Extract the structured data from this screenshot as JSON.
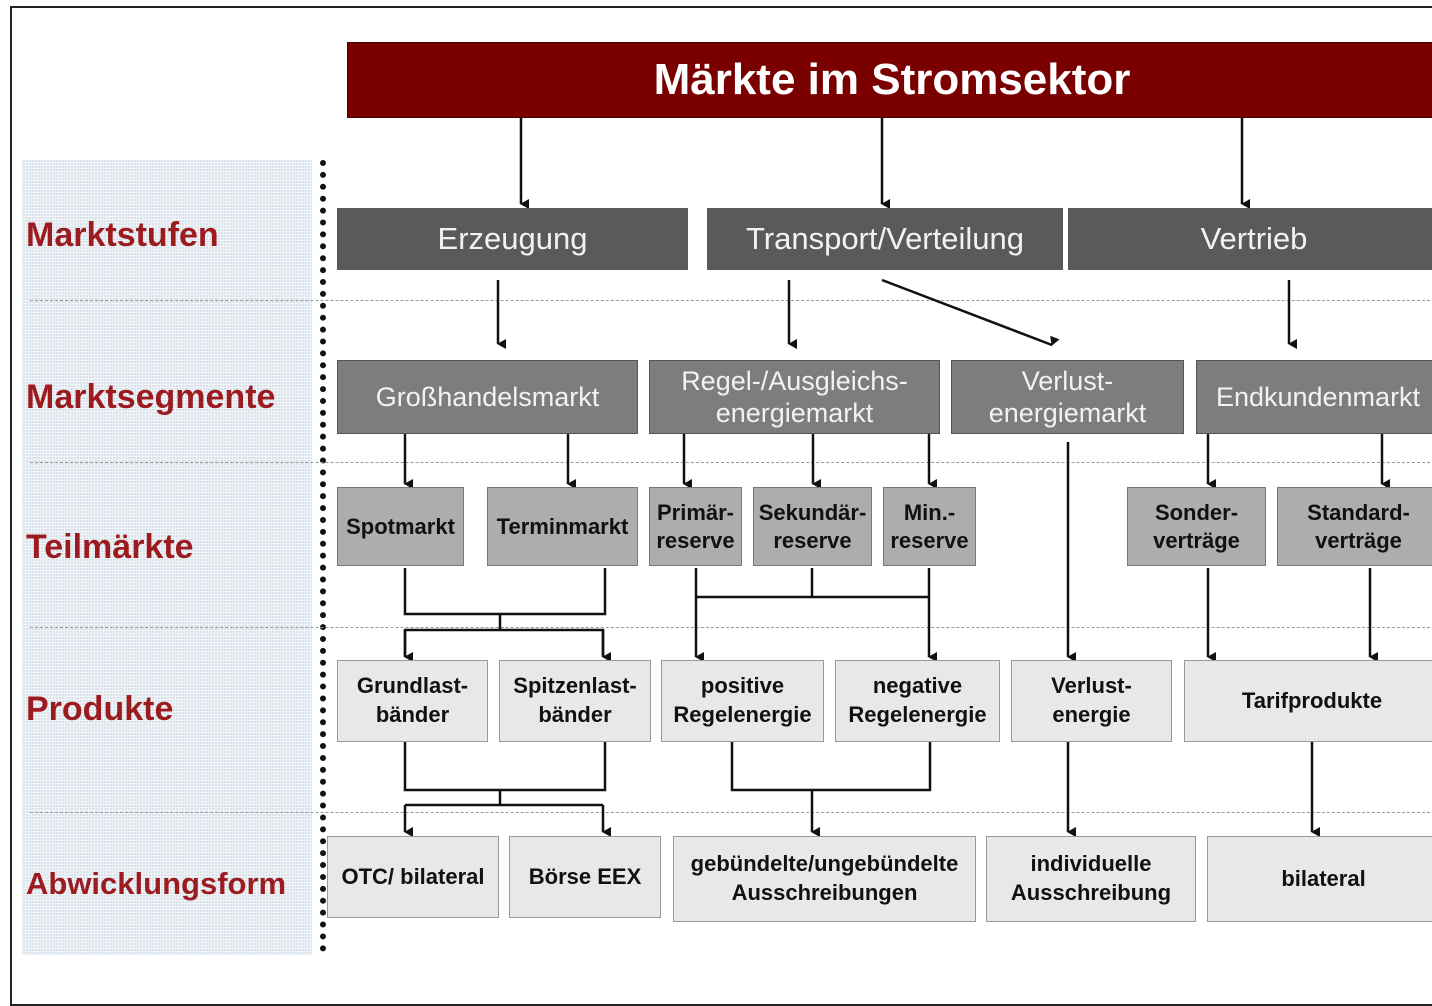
{
  "title": "Märkte im Stromsektor",
  "levels": {
    "marktstufen": "Marktstufen",
    "marktsegmente": "Marktsegmente",
    "teilmaerkte": "Teilmärkte",
    "produkte": "Produkte",
    "abwicklungsform": "Abwicklungsform"
  },
  "marktstufen": {
    "erzeugung": "Erzeugung",
    "transport": "Transport/Verteilung",
    "vertrieb": "Vertrieb"
  },
  "marktsegmente": {
    "grosshandel": "Großhandelsmarkt",
    "regel": "Regel-/Ausgleichs-\nenergiemarkt",
    "verlust": "Verlust-\nenergiemarkt",
    "endkunden": "Endkundenmarkt"
  },
  "teilmaerkte": {
    "spot": "Spotmarkt",
    "termin": "Terminmarkt",
    "primaer": "Primär-\nreserve",
    "sekundaer": "Sekundär-\nreserve",
    "minuten": "Min.-\nreserve",
    "sonder": "Sonder-\nverträge",
    "standard": "Standard-\nverträge"
  },
  "produkte": {
    "grundlast": "Grundlast-\nbänder",
    "spitzenlast": "Spitzenlast-\nbänder",
    "positive": "positive\nRegelenergie",
    "negative": "negative\nRegelenergie",
    "verlustenergie": "Verlust-\nenergie",
    "tarif": "Tarifprodukte"
  },
  "abwicklung": {
    "otc": "OTC/ bilateral",
    "boerse": "Börse EEX",
    "ausschreibungen": "gebündelte/ungebündelte\nAusschreibungen",
    "individuell": "individuelle\nAusschreibung",
    "bilateral": "bilateral"
  },
  "colors": {
    "title_bg": "#7a0000",
    "level_text": "#9b1b1f",
    "stufe_bg": "#5a5a5a",
    "segment_bg": "#7d7d7d",
    "teilmarkt_bg": "#adadad",
    "produkt_bg": "#e8e8e8"
  }
}
